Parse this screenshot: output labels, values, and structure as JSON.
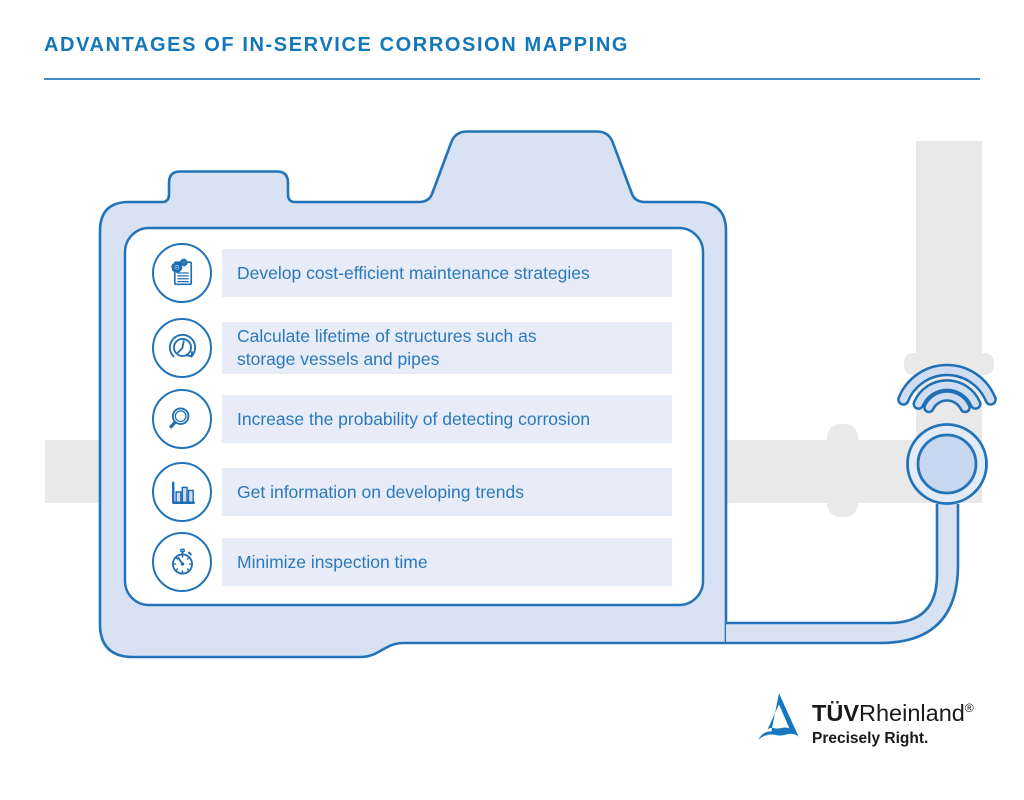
{
  "header": {
    "title": "ADVANTAGES OF IN-SERVICE CORROSION MAPPING"
  },
  "device_screen": {
    "items": [
      {
        "icon": "document-gears-icon",
        "text": "Develop cost-efficient maintenance strategies"
      },
      {
        "icon": "clock-history-icon",
        "text": "Calculate lifetime of structures such as storage vessels and pipes"
      },
      {
        "icon": "magnifier-icon",
        "text": "Increase the probability of detecting corrosion"
      },
      {
        "icon": "bar-chart-icon",
        "text": "Get information on developing trends"
      },
      {
        "icon": "stopwatch-icon",
        "text": "Minimize inspection time"
      }
    ]
  },
  "illustration": {
    "elements": [
      "corrosion-mapping-device",
      "device-screen",
      "gray-pipes",
      "pipe-flanges",
      "wireless-probe",
      "signal-waves",
      "probe-cable"
    ]
  },
  "logo": {
    "brand_bold": "TÜV",
    "brand_regular": "Rheinland",
    "registered": "®",
    "tagline": "Precisely Right."
  },
  "theme": {
    "title-blue": "#1477ba",
    "rule-blue": "#4288c2",
    "text-blue": "#2b79ba",
    "device-outline": "#2273b8",
    "icon-stroke": "#1f6fb4",
    "device-fill": "#d8e2f3",
    "bar-fill": "#e7ecf8",
    "screen-fill": "#ffffff",
    "pipe-gray": "#e9e9e9",
    "wave-fill": "#cfdcf2",
    "probe-outer-fill": "#e3eaf8",
    "probe-inner-fill": "#c9d8f1",
    "logo-blue": "#1878bf",
    "logo-text": "#1a1a1a"
  }
}
